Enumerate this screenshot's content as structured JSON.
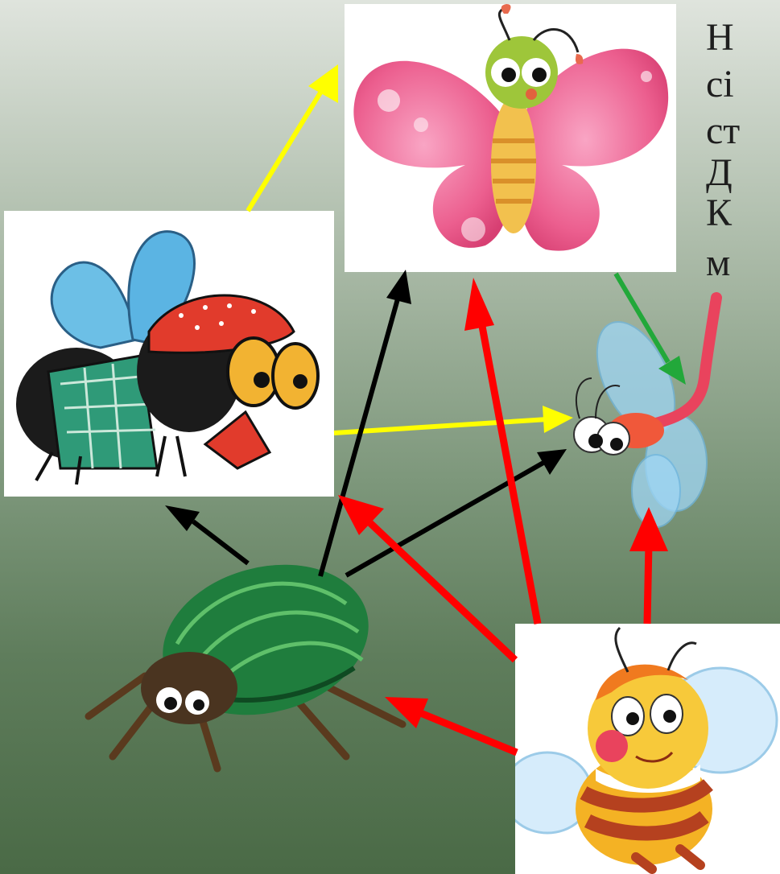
{
  "slide": {
    "text_lines": [
      "Н",
      "сі",
      "ст",
      "Д",
      "К",
      "м"
    ]
  },
  "colors": {
    "yellow": "#ffff00",
    "black": "#000000",
    "red": "#ff0000",
    "green": "#22a83a"
  },
  "illustrations": [
    {
      "name": "fly-with-headscarf",
      "icon": "fly-icon"
    },
    {
      "name": "pink-butterfly",
      "icon": "butterfly-icon"
    },
    {
      "name": "blue-dragonfly",
      "icon": "dragonfly-icon"
    },
    {
      "name": "green-beetle",
      "icon": "beetle-icon"
    },
    {
      "name": "bee",
      "icon": "bee-icon"
    }
  ],
  "arrows": [
    {
      "from": "fly-with-headscarf",
      "to": "pink-butterfly",
      "color": "yellow"
    },
    {
      "from": "fly-with-headscarf",
      "to": "blue-dragonfly",
      "color": "yellow"
    },
    {
      "from": "pink-butterfly",
      "to": "blue-dragonfly",
      "color": "green"
    },
    {
      "from": "green-beetle",
      "to": "fly-with-headscarf",
      "color": "black"
    },
    {
      "from": "green-beetle",
      "to": "pink-butterfly",
      "color": "black"
    },
    {
      "from": "green-beetle",
      "to": "blue-dragonfly",
      "color": "black"
    },
    {
      "from": "bee",
      "to": "fly-with-headscarf",
      "color": "red"
    },
    {
      "from": "bee",
      "to": "pink-butterfly",
      "color": "red"
    },
    {
      "from": "bee",
      "to": "blue-dragonfly",
      "color": "red"
    },
    {
      "from": "bee",
      "to": "green-beetle",
      "color": "red"
    }
  ]
}
